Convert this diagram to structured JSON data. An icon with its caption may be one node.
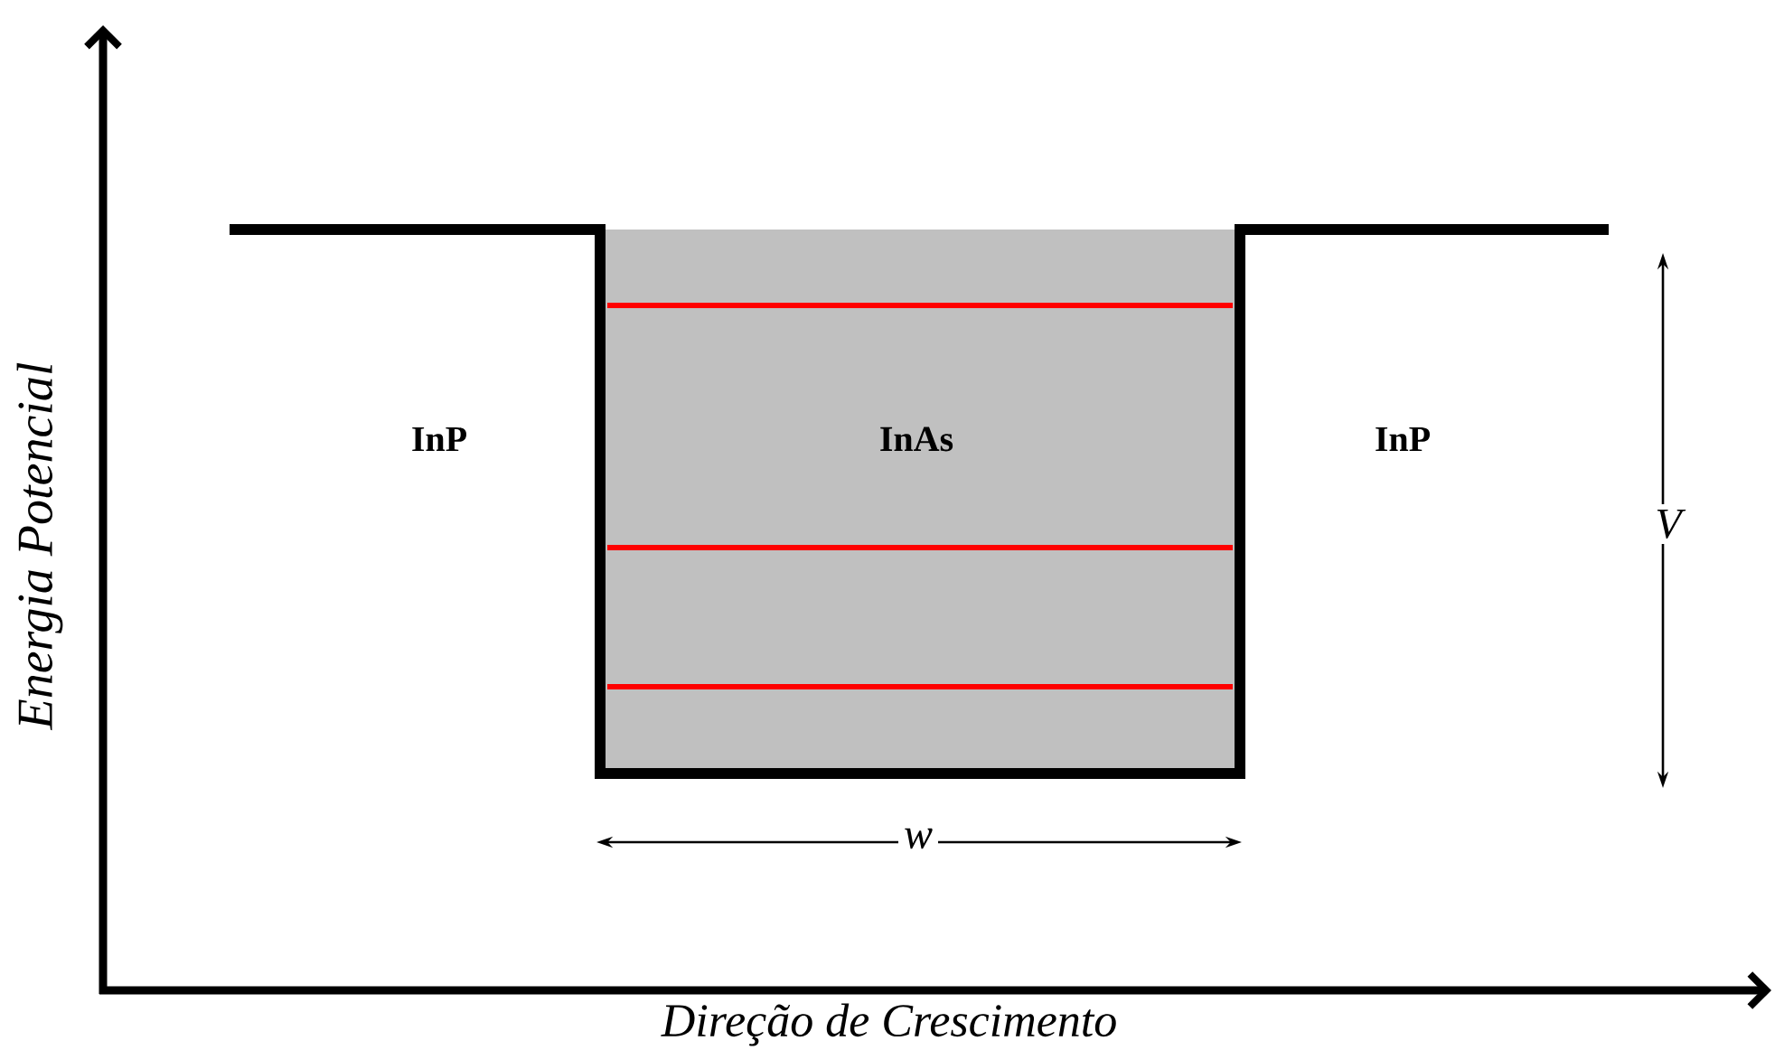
{
  "diagram": {
    "labels": [
      "InP",
      "InAs",
      "InP",
      "V",
      "w",
      "Energia Potencial",
      "Direção de Crescimento"
    ]
  }
}
